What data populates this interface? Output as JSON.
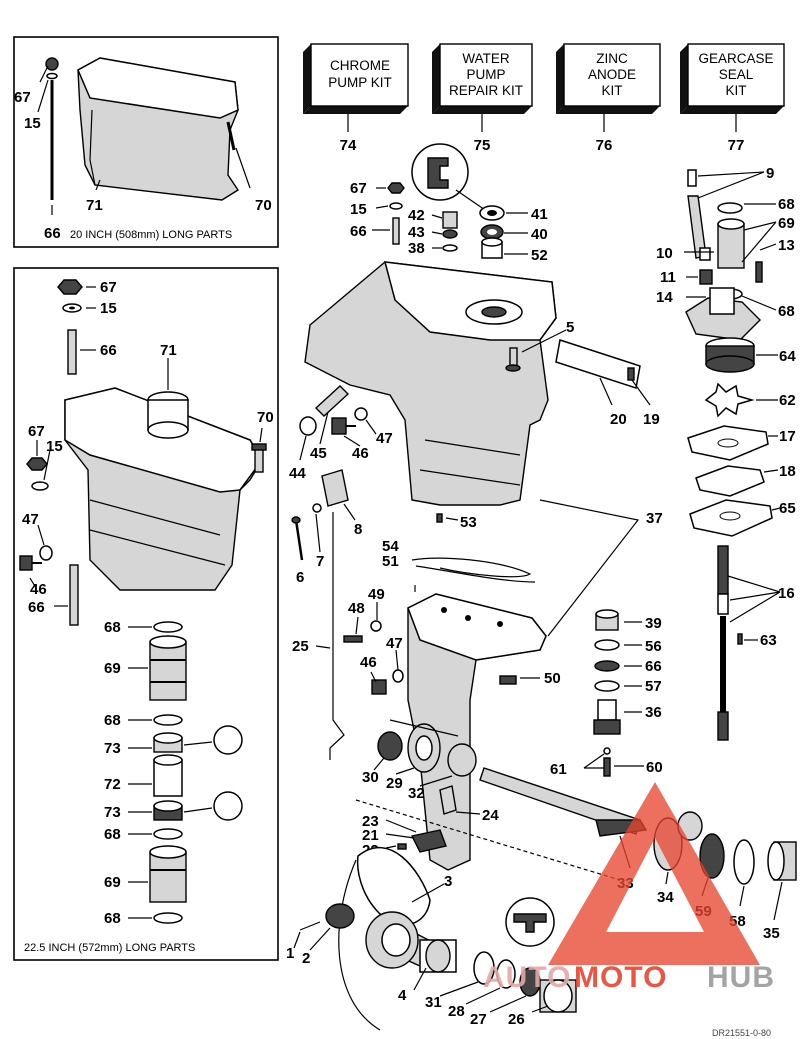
{
  "kits": [
    {
      "id": "chrome-pump-kit",
      "label_lines": [
        "CHROME",
        "PUMP KIT"
      ],
      "ref": "74"
    },
    {
      "id": "water-pump-repair-kit",
      "label_lines": [
        "WATER",
        "PUMP",
        "REPAIR KIT"
      ],
      "ref": "75"
    },
    {
      "id": "zinc-anode-kit",
      "label_lines": [
        "ZINC",
        "ANODE",
        "KIT"
      ],
      "ref": "76"
    },
    {
      "id": "gearcase-seal-kit",
      "label_lines": [
        "GEARCASE",
        "SEAL",
        "KIT"
      ],
      "ref": "77"
    }
  ],
  "insets": {
    "short_caption": "20 INCH (508mm) LONG PARTS",
    "long_caption": "22.5 INCH (572mm) LONG PARTS"
  },
  "part_numbers": {
    "p1": "1",
    "p2": "2",
    "p3": "3",
    "p4": "4",
    "p5": "5",
    "p6": "6",
    "p7": "7",
    "p8": "8",
    "p9": "9",
    "p10": "10",
    "p11": "11",
    "p13": "13",
    "p14": "14",
    "p15": "15",
    "p16": "16",
    "p17": "17",
    "p18": "18",
    "p19": "19",
    "p20": "20",
    "p21": "21",
    "p22": "22",
    "p23": "23",
    "p24": "24",
    "p25": "25",
    "p26": "26",
    "p27": "27",
    "p28": "28",
    "p29": "29",
    "p30": "30",
    "p31": "31",
    "p32": "32",
    "p33": "33",
    "p34": "34",
    "p35": "35",
    "p36": "36",
    "p37": "37",
    "p38": "38",
    "p39": "39",
    "p40": "40",
    "p41": "41",
    "p42": "42",
    "p43": "43",
    "p44": "44",
    "p45": "45",
    "p46": "46",
    "p47": "47",
    "p48": "48",
    "p49": "49",
    "p50": "50",
    "p51": "51",
    "p52": "52",
    "p53": "53",
    "p54": "54",
    "p56": "56",
    "p57": "57",
    "p58": "58",
    "p59": "59",
    "p60": "60",
    "p61": "61",
    "p62": "62",
    "p63": "63",
    "p64": "64",
    "p65": "65",
    "p66": "66",
    "p67": "67",
    "p68": "68",
    "p69": "69",
    "p70": "70",
    "p71": "71",
    "p72": "72",
    "p73": "73"
  },
  "watermark": {
    "part1": "AUTO",
    "part2": "MOTO",
    "part3": "HUB"
  },
  "footer_code": "DR21551-0-80",
  "colors": {
    "ink": "#000000",
    "watermark_red": "#e8442f",
    "watermark_gray": "#9b9b9b"
  }
}
